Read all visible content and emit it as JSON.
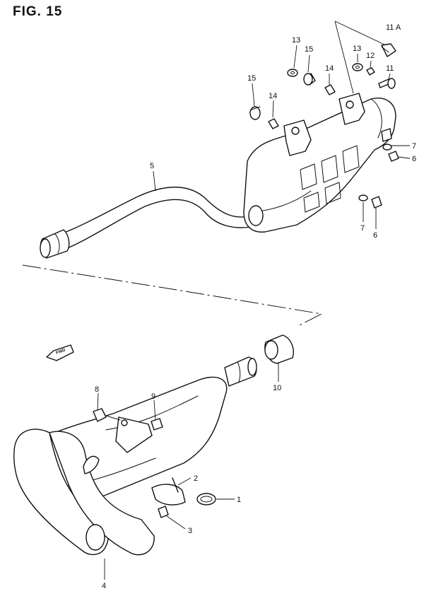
{
  "figure": {
    "title": "FIG. 15",
    "fwd_label": "FWD"
  },
  "callouts": [
    {
      "id": "c13a",
      "label": "13"
    },
    {
      "id": "c15a",
      "label": "15"
    },
    {
      "id": "c14a",
      "label": "14"
    },
    {
      "id": "c13b",
      "label": "13"
    },
    {
      "id": "c12",
      "label": "12"
    },
    {
      "id": "c11a",
      "label": "11 A"
    },
    {
      "id": "c11",
      "label": "11"
    },
    {
      "id": "c15b",
      "label": "15"
    },
    {
      "id": "c14b",
      "label": "14"
    },
    {
      "id": "c7a",
      "label": "7"
    },
    {
      "id": "c6a",
      "label": "6"
    },
    {
      "id": "c7b",
      "label": "7"
    },
    {
      "id": "c6b",
      "label": "6"
    },
    {
      "id": "c5",
      "label": "5"
    },
    {
      "id": "c10",
      "label": "10"
    },
    {
      "id": "c8",
      "label": "8"
    },
    {
      "id": "c9",
      "label": "9"
    },
    {
      "id": "c2",
      "label": "2"
    },
    {
      "id": "c1",
      "label": "1"
    },
    {
      "id": "c3",
      "label": "3"
    },
    {
      "id": "c4",
      "label": "4"
    }
  ]
}
